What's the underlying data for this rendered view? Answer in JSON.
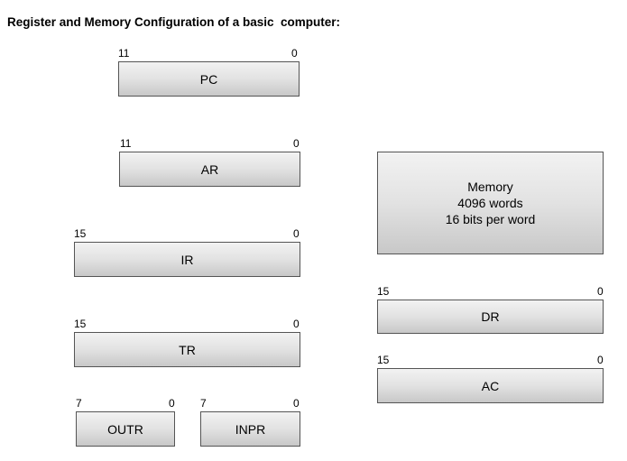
{
  "title": "Register and Memory Configuration of a basic  computer:",
  "registers": {
    "pc": {
      "name": "PC",
      "high_bit": "11",
      "low_bit": "0"
    },
    "ar": {
      "name": "AR",
      "high_bit": "11",
      "low_bit": "0"
    },
    "ir": {
      "name": "IR",
      "high_bit": "15",
      "low_bit": "0"
    },
    "tr": {
      "name": "TR",
      "high_bit": "15",
      "low_bit": "0"
    },
    "outr": {
      "name": "OUTR",
      "high_bit": "7",
      "low_bit": "0"
    },
    "inpr": {
      "name": "INPR",
      "high_bit": "7",
      "low_bit": "0"
    },
    "dr": {
      "name": "DR",
      "high_bit": "15",
      "low_bit": "0"
    },
    "ac": {
      "name": "AC",
      "high_bit": "15",
      "low_bit": "0"
    }
  },
  "memory": {
    "line1": "Memory",
    "line2": "4096 words",
    "line3": "16 bits per word"
  }
}
